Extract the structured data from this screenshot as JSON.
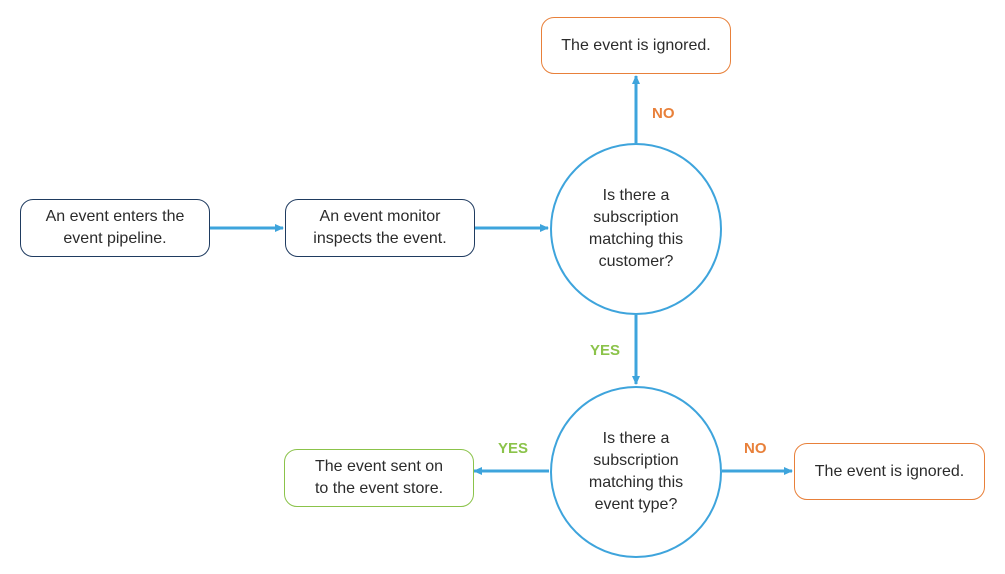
{
  "nodes": {
    "event_enters": "An event enters the\nevent pipeline.",
    "event_monitor": "An event monitor\ninspects the event.",
    "decision_customer": "Is there a\nsubscription\nmatching this\ncustomer?",
    "ignored_top": "The event is ignored.",
    "decision_event_type": "Is there a\nsubscription\nmatching this\nevent type?",
    "event_sent": "The event sent on\nto the event store.",
    "ignored_right": "The event is ignored."
  },
  "labels": {
    "no_top": "NO",
    "yes_middle": "YES",
    "yes_left": "YES",
    "no_right": "NO"
  },
  "colors": {
    "arrow": "#3ea4dc",
    "box_border": "#1f3b60",
    "no": "#e8803a",
    "yes": "#8bc34a"
  }
}
